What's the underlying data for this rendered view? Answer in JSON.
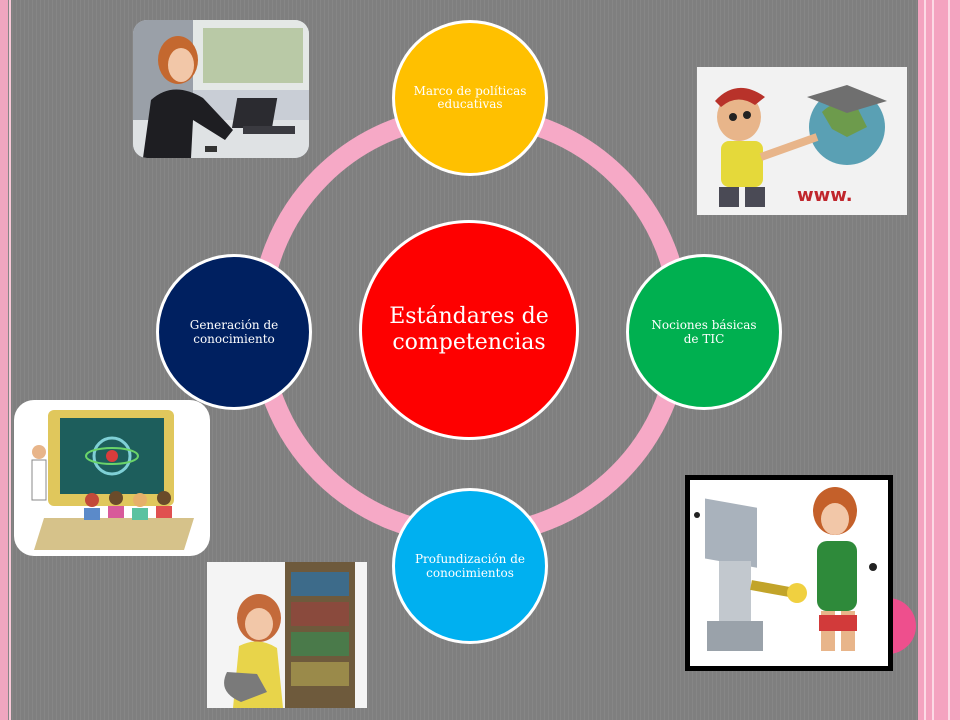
{
  "diagram": {
    "center": {
      "label": "Estándares de competencias"
    },
    "nodes": {
      "top": {
        "label": "Marco de políticas educativas"
      },
      "right": {
        "label": "Nociones básicas de TIC"
      },
      "bottom": {
        "label": "Profundización de conocimientos"
      },
      "left": {
        "label": "Generación de conocimiento"
      }
    },
    "colors": {
      "center": "#fe0000",
      "top": "#ffc000",
      "right": "#00b050",
      "bottom": "#00b0f0",
      "left": "#002060",
      "ring": "#f6a9c6"
    }
  },
  "images": {
    "woman_laptop": {
      "icon": "woman-with-laptop-photo"
    },
    "boy_globe": {
      "icon": "boy-with-globe-clipart",
      "text": "www."
    },
    "classroom": {
      "icon": "computer-classroom-clipart"
    },
    "girl_books": {
      "icon": "girl-at-bookshelf-clipart"
    },
    "robot": {
      "icon": "robot-and-girl-clipart"
    }
  }
}
